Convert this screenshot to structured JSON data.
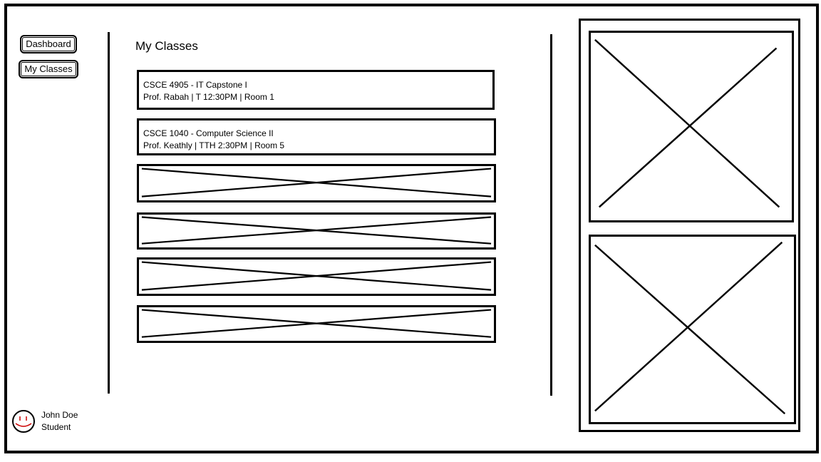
{
  "nav": {
    "dashboard_label": "Dashboard",
    "my_classes_label": "My Classes"
  },
  "main": {
    "title": "My Classes",
    "classes": [
      {
        "title": "CSCE 4905 - IT Capstone I",
        "details": "Prof. Rabah | T 12:30PM | Room 1"
      },
      {
        "title": "CSCE 1040 - Computer Science II",
        "details": "Prof. Keathly | TTH 2:30PM | Room 5"
      }
    ]
  },
  "user": {
    "name": "John Doe",
    "role": "Student"
  },
  "icons": {
    "avatar": "smiley-face-icon",
    "placeholder": "image-placeholder-icon"
  },
  "colors": {
    "stroke": "#000000",
    "background": "#ffffff",
    "avatar_accent": "#cc0000"
  }
}
